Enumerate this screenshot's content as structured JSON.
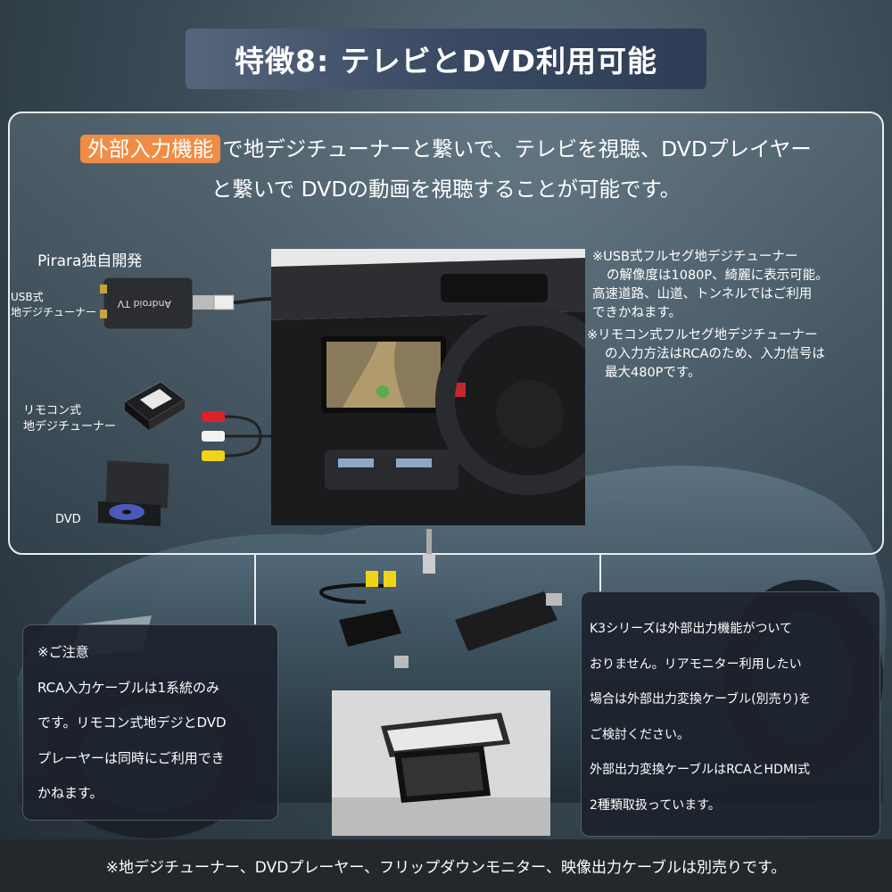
{
  "title": "特徴8: テレビとDVD利用可能",
  "intro": {
    "badge": "外部入力機能",
    "line1_rest": "で地デジチューナーと繋いで、テレビを視聴、DVDプレイヤー",
    "line2": "と繋いで DVDの動画を視聴することが可能です。"
  },
  "devices": {
    "brand": "Pirara独自開発",
    "usb_tuner_label": [
      "USB式",
      "地デジチューナー"
    ],
    "usb_tuner_text": "Android TV",
    "remote_tuner_label": [
      "リモコン式",
      "地デジチューナー"
    ],
    "dvd_label": "DVD"
  },
  "right_notes": {
    "note1": [
      "※USB式フルセグ地デジチューナー",
      "の解像度は1080P、綺麗に表示可能。",
      "高速道路、山道、トンネルではご利用",
      "できかねます。"
    ],
    "note2": [
      "※リモコン式フルセグ地デジチューナー",
      "の入力方法はRCAのため、入力信号は",
      "最大480Pです。"
    ]
  },
  "caution": {
    "lines": [
      "※ご注意",
      "RCA入力ケーブルは1系統のみ",
      "です。リモコン式地デジとDVD",
      "プレーヤーは同時にご利用でき",
      "かねます。"
    ]
  },
  "k3": {
    "lines": [
      "K3シリーズは外部出力機能がついて",
      "おりません。リアモニター利用したい",
      "場合は外部出力変換ケーブル(別売り)を",
      "ご検討ください。",
      "外部出力変換ケーブルはRCAとHDMI式",
      "2種類取扱っています。"
    ]
  },
  "footer": "※地デジチューナー、DVDプレーヤー、フリップダウンモニター、映像出力ケーブルは別売りです。",
  "colors": {
    "accent_badge": "#f08c45",
    "banner": "#3a4a63",
    "panel_border": "#e9eef2",
    "footer_bg": "#24282c"
  }
}
